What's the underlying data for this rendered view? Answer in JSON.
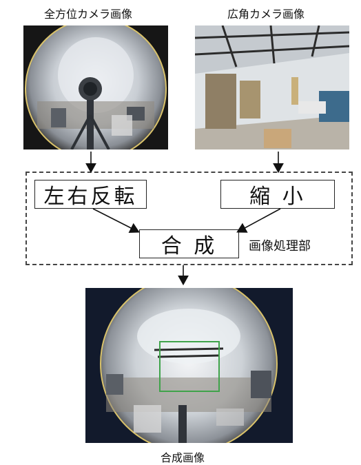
{
  "captions": {
    "omni": "全方位カメラ画像",
    "wide": "広角カメラ画像",
    "composite": "合成画像"
  },
  "processing_unit": {
    "label": "画像処理部",
    "boxes": {
      "flip": "左右反転",
      "shrink": "縮 小",
      "merge": "合 成"
    }
  }
}
